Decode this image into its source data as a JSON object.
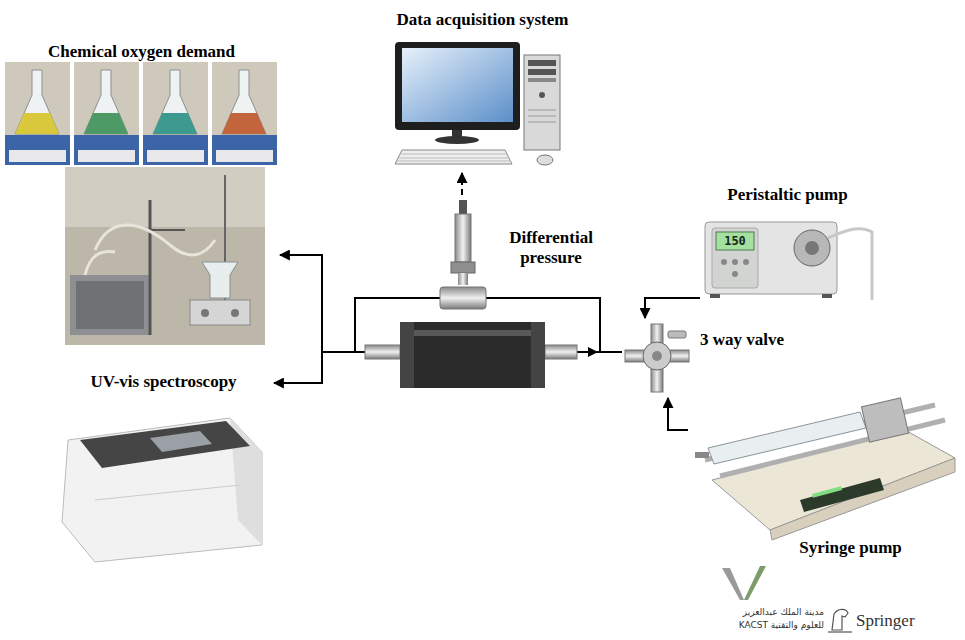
{
  "diagram": {
    "nodes": [
      {
        "text": [
          "Data acquisition system"
        ]
      },
      {
        "text": [
          "Chemical oxygen demand"
        ]
      },
      {
        "text": [
          "Peristaltic pump"
        ]
      },
      {
        "text": [
          "Differential pressure"
        ]
      },
      {
        "text": [
          "3 way valve"
        ]
      },
      {
        "text": [
          "UV-vis spectroscopy"
        ]
      },
      {
        "text": [
          "Syringe pump"
        ]
      }
    ],
    "edges": [
      {
        "from": 2,
        "to": 4,
        "arrow": "to"
      },
      {
        "from": 6,
        "to": 4,
        "arrow": "to"
      },
      {
        "from": 3,
        "to": 0,
        "arrow": "to"
      },
      {
        "from": 4,
        "to": 1,
        "arrow": "to"
      },
      {
        "from": 4,
        "to": 5,
        "arrow": "to"
      }
    ],
    "labels": [
      "150",
      "مدينة الملك عبدالعزيز",
      "للعلوم والتقنية KACST",
      "Springer"
    ]
  }
}
